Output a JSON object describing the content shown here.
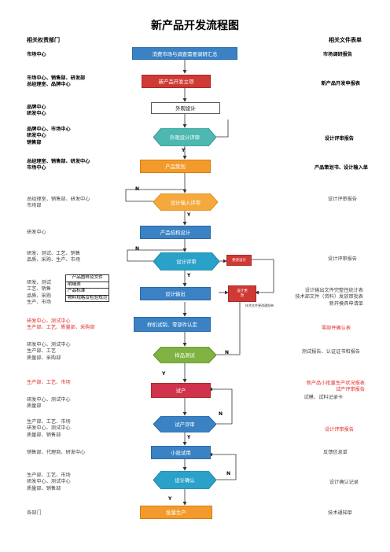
{
  "title": "新产品开发流程图",
  "headers": {
    "left": "相关权责部门",
    "right": "相关文件表单"
  },
  "departments": [
    "市场中心",
    "市场中心、销售部、研发部\n总经理室、品牌中心",
    "品牌中心\n研发中心",
    "品牌中心、市场中心\n研发中心\n销售部",
    "总经理室、销售部、研发中心\n市场中心",
    "总经理室、销售部、研发中心\n市场部",
    "研发中心",
    "研发、测试、工艺、销售\n品质、采购、生产、市场",
    "研发、测试\n工艺、销售\n品质、采购\n生产、市场",
    "研发中心、测试中心\n生产部、工艺、质量部、采购部",
    "研发中心、测试中心\n生产部、工艺\n质量部、采购部",
    "生产部、工艺、市场",
    "研发中心、测试中心\n质量部",
    "生产部、工艺、市场\n研发中心、测试中心\n质量部、销售部",
    "销售部、代理商、研发中心",
    "生产部、工艺、市场\n研发中心、测试中心\n质量部、销售部",
    "各部门"
  ],
  "documents": [
    "市场调研报告",
    "新产品开发申报表",
    "设计评审报告",
    "产品策划书、设计输入单",
    "设计评审报告",
    "设计评审报告",
    "设计输出文件完整性统计表\n技术部文件（资料）发放审批表\n新开模具申请单",
    "零部件确认表",
    "测试报告、认证证书和报告",
    "新产品小批量生产状况报表\n试产评审报告",
    "试模、试料记录卡",
    "设计评审报告",
    "反馈信息单",
    "设计确认记录",
    "技术通知单"
  ],
  "nodes": {
    "survey": "消费市场与调查需要调研汇总",
    "proposal": "新产品开发立项",
    "appearance": "外观设计",
    "appearance_review": "外观设计评审",
    "planning": "产品策划",
    "input_review": "设计输入评审",
    "structure": "产品结构设计",
    "design_review": "设计评审",
    "rectify": "更改设计",
    "output": "设计输出",
    "output_change": "设计更\n改",
    "sample": "样机试制、零部件认定",
    "sample_test": "样品测试",
    "trial": "试产",
    "trial_review": "试产评审",
    "small_batch": "小批试用",
    "validation": "设计确认",
    "mass": "批量生产"
  },
  "output_docs": [
    "产品图样及文件",
    "明细表",
    "产品标准",
    "物料规格及检验规范"
  ],
  "change_note": "技术文件更改通知单",
  "labels": {
    "yes": "Y",
    "no": "N"
  },
  "colors": {
    "blue": "#3a82c4",
    "orange": "#f29b2c",
    "red": "#cf3a35",
    "green": "#6c9a6f"
  }
}
